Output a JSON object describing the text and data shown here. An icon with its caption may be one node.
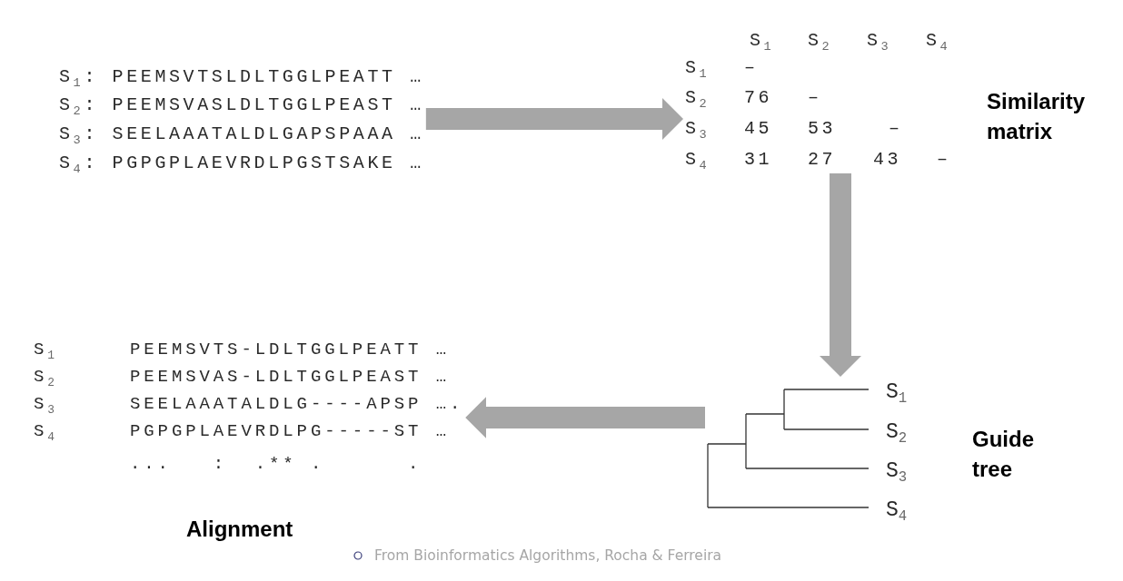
{
  "diagram": {
    "caption": "From Bioinformatics Algorithms, Rocha & Ferreira",
    "nodes": [
      {
        "text": [
          "S$_{1}$: PEEMSVTSLDLTGGLPEATT …",
          "S$_{2}$: PEEMSVASLDLTGGLPEAST …",
          "S$_{3}$: SEELAAATALDLGAPSPAAA …",
          "S$_{4}$: PGPGPLAEVRDLPGSTSAKE …"
        ]
      },
      {
        "text": [
          "S$_{1}$",
          "S$_{2}$",
          "S$_{3}$",
          "S$_{4}$",
          "S$_{1}$",
          "–",
          "S$_{2}$",
          "76",
          "–",
          "S$_{3}$",
          "45",
          "53",
          "–",
          "S$_{4}$",
          "31",
          "27",
          "43",
          "–",
          "Similarity matrix"
        ]
      },
      {
        "text": [
          "S$_{1}$",
          "S$_{2}$",
          "S$_{3}$",
          "S$_{4}$",
          "Guide tree"
        ]
      },
      {
        "text": [
          "S$_{1}$",
          "PEEMSVTS-LDLTGGLPEATT …",
          "S$_{2}$",
          "PEEMSVAS-LDLTGGLPEAST …",
          "S$_{3}$",
          "SEELAAATALDLG----APSP ….",
          "S$_{4}$",
          "PGPGPLAEVRDLPG-----ST …",
          "...   :  .** .      .",
          "Alignment"
        ]
      }
    ],
    "edges": [
      {
        "from": 0,
        "to": 1,
        "arrow": "to"
      },
      {
        "from": 1,
        "to": 2,
        "arrow": "to"
      },
      {
        "from": 2,
        "to": 3,
        "arrow": "to"
      }
    ]
  }
}
